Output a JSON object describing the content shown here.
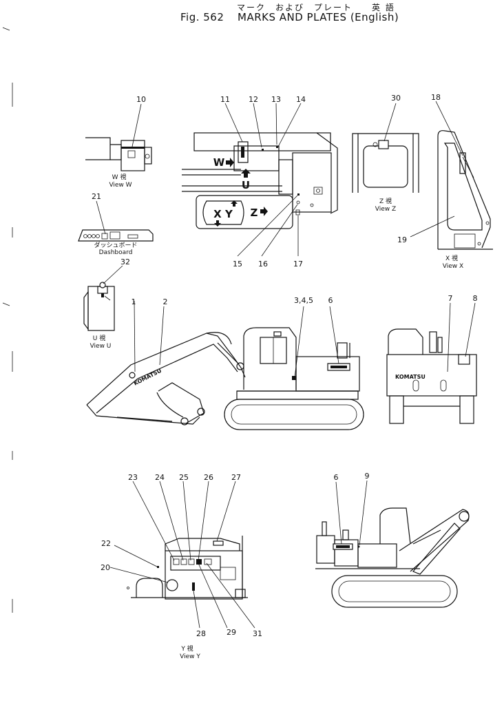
{
  "header": {
    "japanese_title": "マーク　および　プレート　　英 語",
    "figure_number": "Fig. 562",
    "title": "MARKS AND PLATES (English)"
  },
  "views": {
    "w": {
      "jp": "W 視",
      "en": "View  W"
    },
    "z": {
      "jp": "Z 視",
      "en": "View  Z"
    },
    "x": {
      "jp": "X 視",
      "en": "View  X"
    },
    "u": {
      "jp": "U 視",
      "en": "View  U"
    },
    "y": {
      "jp": "Y 視",
      "en": "View  Y"
    },
    "dashboard": {
      "jp": "ダッシュボード",
      "en": "Dashboard"
    }
  },
  "markers": {
    "w": "W",
    "u": "U",
    "xy": "X Y",
    "z": "Z"
  },
  "brand": "KOMATSU",
  "callouts": {
    "c1": "1",
    "c2": "2",
    "c345": "3,4,5",
    "c6a": "6",
    "c6b": "6",
    "c7": "7",
    "c8": "8",
    "c9": "9",
    "c10": "10",
    "c11": "11",
    "c12": "12",
    "c13": "13",
    "c14": "14",
    "c15": "15",
    "c16": "16",
    "c17": "17",
    "c18": "18",
    "c19": "19",
    "c20": "20",
    "c21": "21",
    "c22": "22",
    "c23": "23",
    "c24": "24",
    "c25": "25",
    "c26": "26",
    "c27": "27",
    "c28": "28",
    "c29": "29",
    "c30": "30",
    "c31": "31",
    "c32": "32"
  }
}
